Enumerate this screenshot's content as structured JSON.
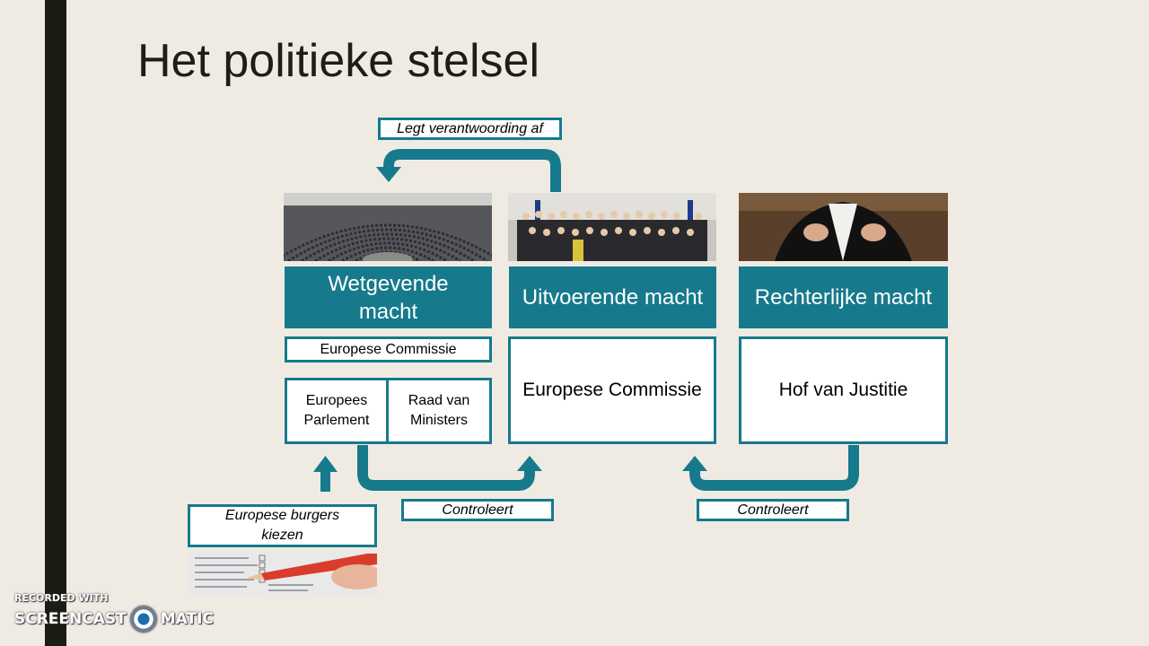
{
  "title": "Het politieke stelsel",
  "flow_labels": {
    "top": "Legt verantwoording af",
    "controle_left": "Controleert",
    "controle_right": "Controleert",
    "burgers": "Europese burgers kiezen"
  },
  "columns": {
    "wetgevend": {
      "header": "Wetgevende macht",
      "sub_box": "Europese Commissie",
      "split_left": "Europees Parlement",
      "split_right": "Raad van Ministers"
    },
    "uitvoerend": {
      "header": "Uitvoerende macht",
      "body": "Europese Commissie"
    },
    "rechterlijk": {
      "header": "Rechterlijke macht",
      "body": "Hof van Justitie"
    }
  },
  "watermark": {
    "top": "RECORDED WITH",
    "left": "SCREENCAST",
    "right": "MATIC"
  },
  "colors": {
    "accent": "#167a8c",
    "background": "#efebe3",
    "dark": "#1c1c14"
  }
}
